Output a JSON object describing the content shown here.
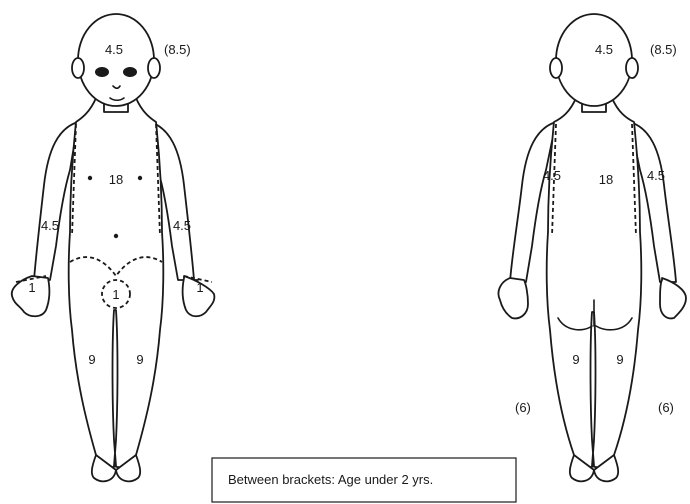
{
  "front": {
    "head": "4.5",
    "head_infant": "(8.5)",
    "trunk": "18",
    "arm_right": "4.5",
    "arm_left": "4.5",
    "hand_right": "1",
    "hand_left": "1",
    "genitals": "1",
    "leg_right": "9",
    "leg_left": "9"
  },
  "back": {
    "head": "4.5",
    "head_infant": "(8.5)",
    "trunk": "18",
    "arm_left": "4.5",
    "arm_right": "4.5",
    "leg_left": "9",
    "leg_right": "9",
    "leg_left_infant": "(6)",
    "leg_right_infant": "(6)"
  },
  "legend": {
    "text": "Between brackets: Age under 2 yrs."
  }
}
